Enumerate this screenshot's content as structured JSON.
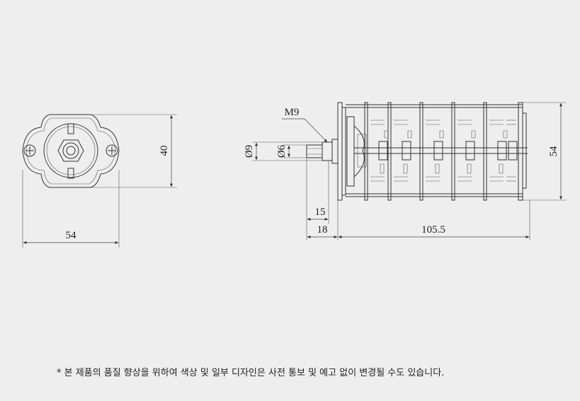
{
  "front_view": {
    "width_label": "54",
    "height_label": "40"
  },
  "side_view": {
    "thread_label": "M9",
    "shaft_dia_label": "Ø9",
    "inner_dia_label": "Ø6",
    "length_15": "15",
    "length_18": "18",
    "body_length": "105.5",
    "body_height": "54"
  },
  "note": "* 본 제품의 품질 향상을 위하여 색상 및 일부 디자인은 사전 통보 및 예고 없이 변경될 수도 있습니다."
}
